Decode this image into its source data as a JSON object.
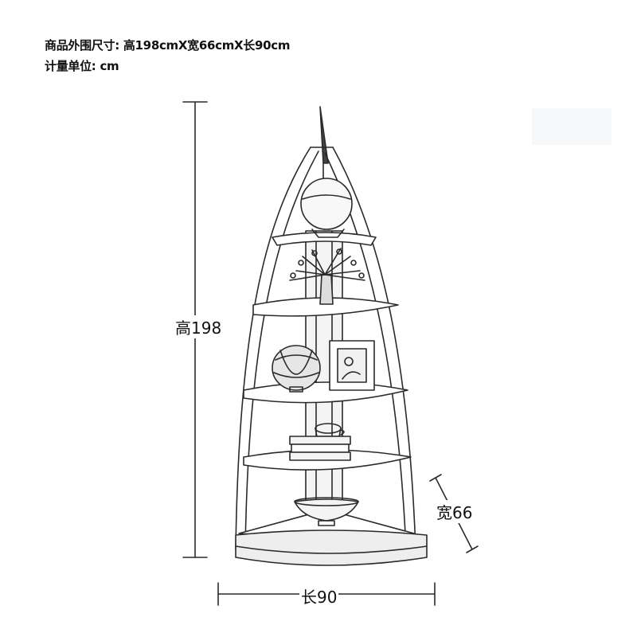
{
  "spec": {
    "size_label": "商品外围尺寸:",
    "size_value": "高198cmX宽66cmX长90cm",
    "unit_label": "计量单位:",
    "unit_value": "cm"
  },
  "dimensions": {
    "height": "高198",
    "width": "宽66",
    "length": "长90"
  },
  "colors": {
    "line": "#2a2a2a",
    "wood": "#555555"
  }
}
